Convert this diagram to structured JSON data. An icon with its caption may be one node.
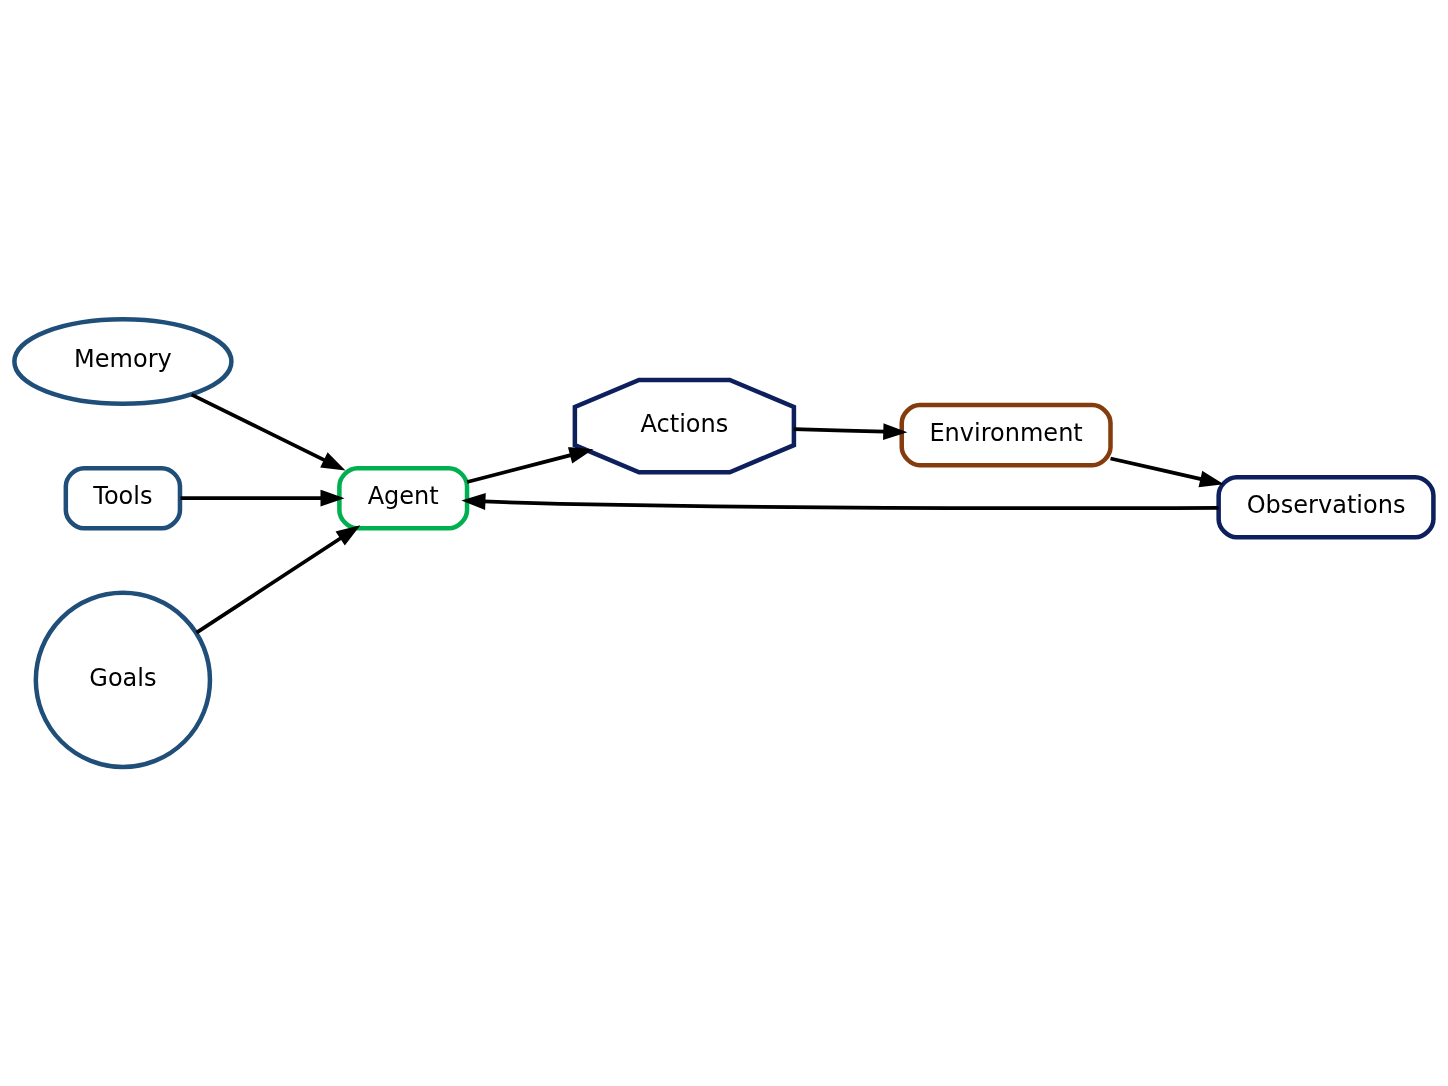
{
  "diagram": {
    "nodes": [
      {
        "text": [
          "Memory"
        ]
      },
      {
        "text": [
          "Tools"
        ]
      },
      {
        "text": [
          "Goals"
        ]
      },
      {
        "text": [
          "Agent"
        ]
      },
      {
        "text": [
          "Actions"
        ]
      },
      {
        "text": [
          "Environment"
        ]
      },
      {
        "text": [
          "Observations"
        ]
      }
    ],
    "edges": [
      {
        "from": 0,
        "to": 3,
        "arrow": "to"
      },
      {
        "from": 1,
        "to": 3,
        "arrow": "to"
      },
      {
        "from": 2,
        "to": 3,
        "arrow": "to"
      },
      {
        "from": 3,
        "to": 4,
        "arrow": "to"
      },
      {
        "from": 4,
        "to": 5,
        "arrow": "to"
      },
      {
        "from": 5,
        "to": 6,
        "arrow": "to"
      },
      {
        "from": 6,
        "to": 3,
        "arrow": "to"
      }
    ]
  }
}
